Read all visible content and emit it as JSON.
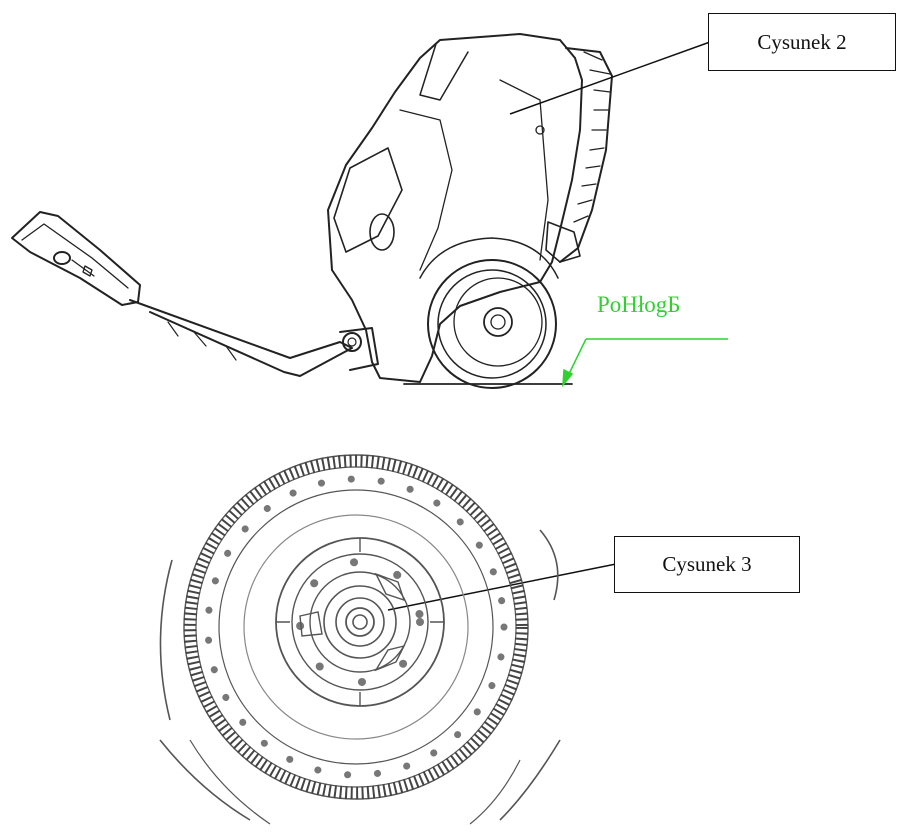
{
  "labels": {
    "callout_2": "Cysunek 2",
    "callout_3": "Cysunek 3",
    "floor": "PoHłogБ"
  },
  "colors": {
    "line": "#222222",
    "floor_marker": "#2fd12f"
  }
}
